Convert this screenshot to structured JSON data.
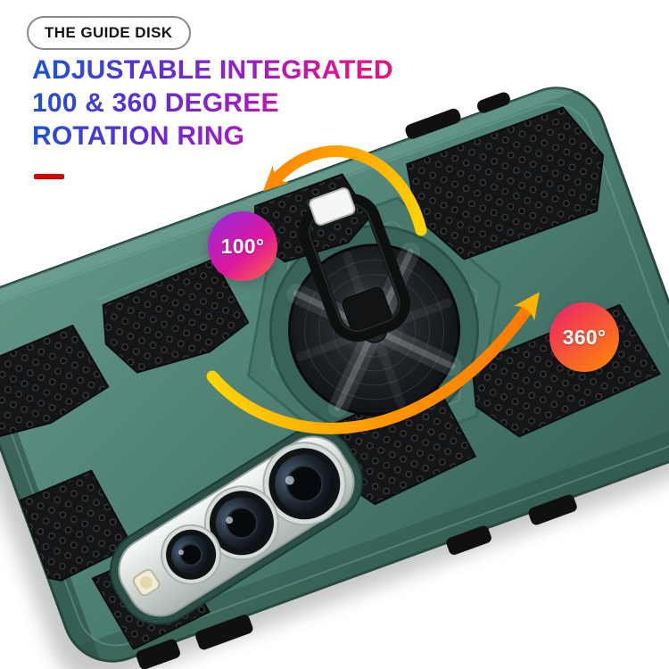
{
  "badge": {
    "label": "THE GUIDE DISK"
  },
  "headline": {
    "lines": [
      "ADJUSTABLE INTEGRATED",
      "100 & 360 DEGREE",
      "ROTATION RING"
    ]
  },
  "underline_color": "#d40505",
  "angle_badges": {
    "small": {
      "value": "100°"
    },
    "large": {
      "value": "360°"
    }
  },
  "product": {
    "description": "Green armored phone case with adjustable integrated 100 and 360 degree rotation ring kickstand and triple camera cutout",
    "colors": {
      "case": "#4e8174",
      "headline_gradient": [
        "#1557d8",
        "#5a2fd8",
        "#a21cc4",
        "#e01291",
        "#f5106a"
      ],
      "badge_100_gradient": [
        "#8d2de0",
        "#e0179b",
        "#ff6a3a"
      ],
      "badge_360_gradient": [
        "#ef1e6e",
        "#ff8c00"
      ],
      "arrow_gradient": [
        "#ffd400",
        "#ff9500",
        "#ff7b00"
      ],
      "underline": "#d40505"
    }
  }
}
